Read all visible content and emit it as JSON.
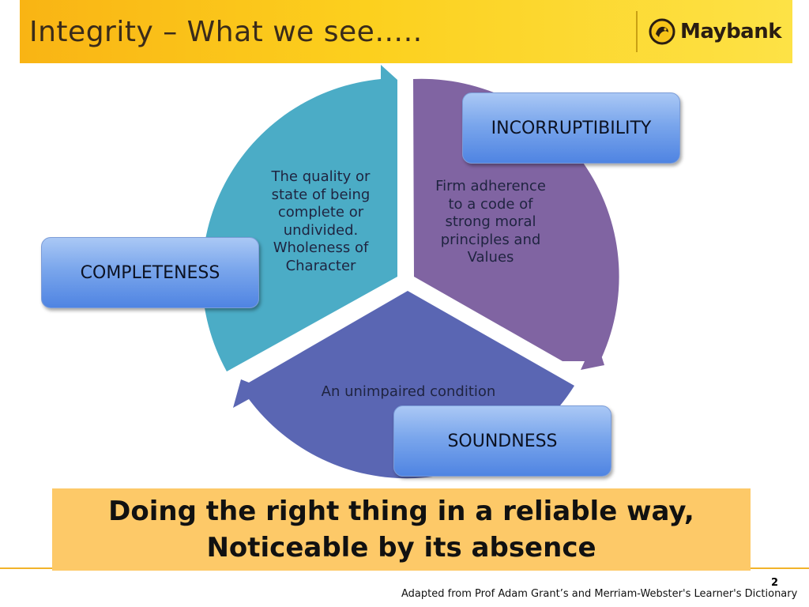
{
  "slide": {
    "title": "Integrity – What we see…..",
    "brand": {
      "name": "Maybank",
      "accent": "#fcd01e"
    },
    "diagram": {
      "segments": [
        {
          "label": "INCORRUPTIBILITY",
          "description": "Firm adherence to a code of strong moral principles and Values",
          "color": "#8064a2"
        },
        {
          "label": "SOUNDNESS",
          "description": "An unimpaired condition",
          "color": "#5a66b3"
        },
        {
          "label": "COMPLETENESS",
          "description": "The quality or state of being complete or undivided. Wholeness of Character",
          "color": "#4bacc6"
        }
      ]
    },
    "tagline": {
      "line1": "Doing the right thing in a reliable way,",
      "line2": "Noticeable by its absence"
    },
    "page_number": "2",
    "footnote": "Adapted from Prof Adam Grant’s and  Merriam-Webster's Learner's Dictionary"
  }
}
